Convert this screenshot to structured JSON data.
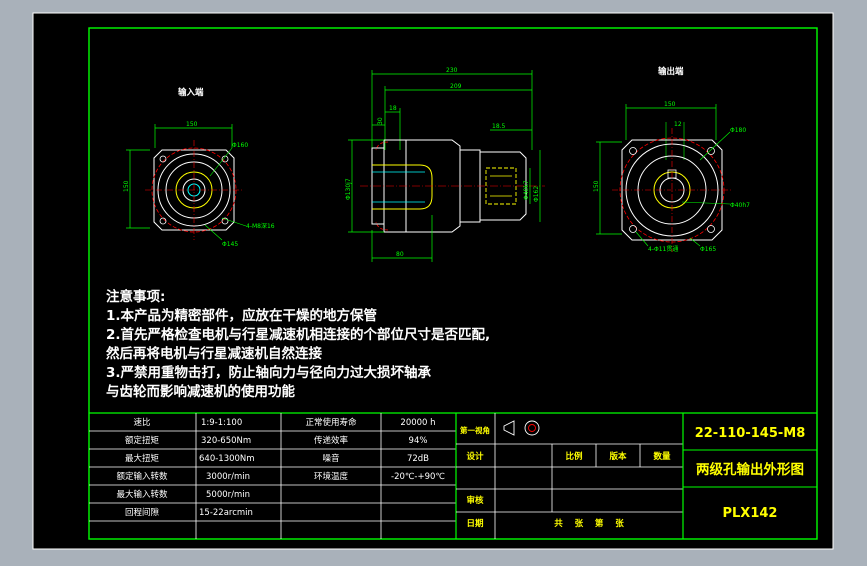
{
  "views": {
    "input_title": "输入端",
    "output_title": "输出端"
  },
  "dimensions": {
    "in_w": "150",
    "in_h": "150",
    "in_circle": "Φ160",
    "in_holes": "4-M8深16",
    "in_bolt": "Φ145",
    "side_total": "230",
    "side_body": "209",
    "side_a": "18",
    "side_b": "30",
    "side_flange": "18.5",
    "side_d1": "Φ130j7",
    "side_d2": "Φ162",
    "side_d3": "Φ40k7",
    "side_bottom": "80",
    "out_w": "150",
    "out_h": "150",
    "out_a": "12",
    "out_circle": "Φ180",
    "out_key": "4-Φ11贯通",
    "out_bolt": "Φ165",
    "out_d": "Φ40h7"
  },
  "notes": {
    "heading": "注意事项:",
    "line1": "1.本产品为精密部件，应放在干燥的地方保管",
    "line2": "2.首先严格检查电机与行星减速机相连接的个部位尺寸是否匹配,",
    "line3": "然后再将电机与行星减速机自然连接",
    "line4": "3.严禁用重物击打，防止轴向力与径向力过大损坏轴承",
    "line5": "与齿轮而影响减速机的使用功能"
  },
  "spec_table": {
    "rows": [
      [
        "速比",
        "1:9-1:100",
        "正常使用寿命",
        "20000 h"
      ],
      [
        "额定扭矩",
        "320-650Nm",
        "传递效率",
        "94%"
      ],
      [
        "最大扭矩",
        "640-1300Nm",
        "噪音",
        "72dB"
      ],
      [
        "额定输入转数",
        "3000r/min",
        "环境温度",
        "-20℃-+90℃"
      ],
      [
        "最大输入转数",
        "5000r/min",
        "",
        ""
      ],
      [
        "回程间隙",
        "15-22arcmin",
        "",
        ""
      ]
    ]
  },
  "title_block": {
    "projection": "第一视角",
    "design": "设计",
    "check1": "",
    "check2": "审核",
    "date": "日期",
    "scale": "比例",
    "version": "版本",
    "quantity": "数量",
    "sheets": "共    张    第    张",
    "code": "22-110-145-M8",
    "name": "两级孔输出外形图",
    "model": "PLX142"
  },
  "colors": {
    "background": "#a9b1ba",
    "sheet": "#000000",
    "border": "#00ff00",
    "text": "#ffffff",
    "yellow": "#ffff00",
    "red": "#ff0000",
    "cyan": "#00ffff"
  }
}
